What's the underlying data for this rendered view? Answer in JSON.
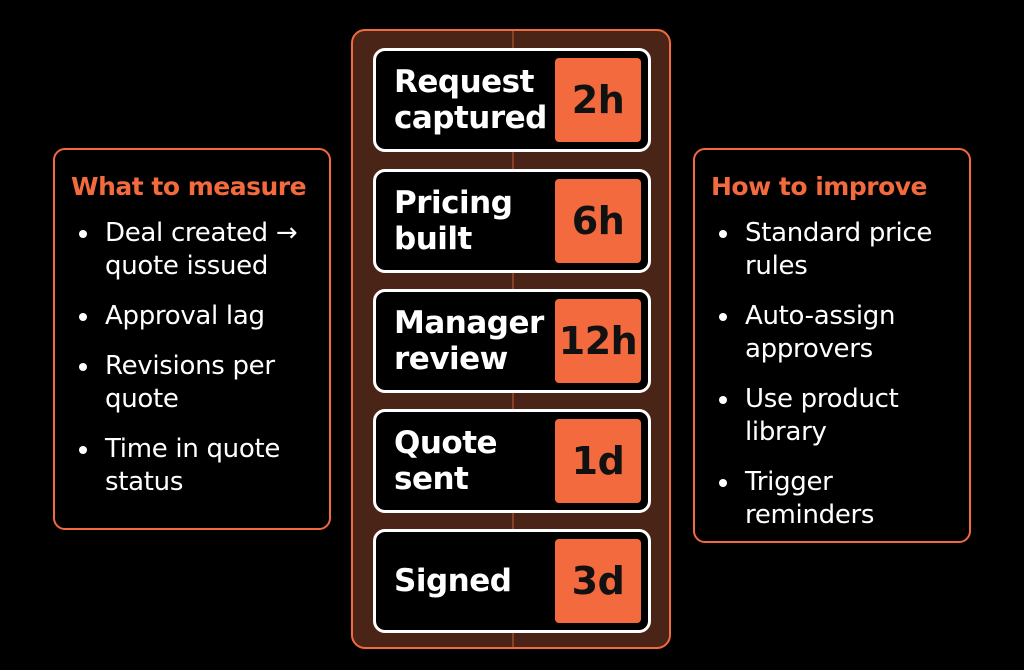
{
  "colors": {
    "accent": "#f26a3d",
    "background": "#000000",
    "column_fill": "#4a2416",
    "text": "#ffffff"
  },
  "left_panel": {
    "title": "What to measure",
    "items": [
      "Deal created → quote issued",
      "Approval lag",
      "Revisions per quote",
      "Time in quote status"
    ]
  },
  "right_panel": {
    "title": "How to improve",
    "items": [
      "Standard price rules",
      "Auto-assign approvers",
      "Use product library",
      "Trigger reminders"
    ]
  },
  "steps": [
    {
      "label": "Request captured",
      "time": "2h"
    },
    {
      "label": "Pricing built",
      "time": "6h"
    },
    {
      "label": "Manager review",
      "time": "12h"
    },
    {
      "label": "Quote sent",
      "time": "1d"
    },
    {
      "label": "Signed",
      "time": "3d"
    }
  ]
}
